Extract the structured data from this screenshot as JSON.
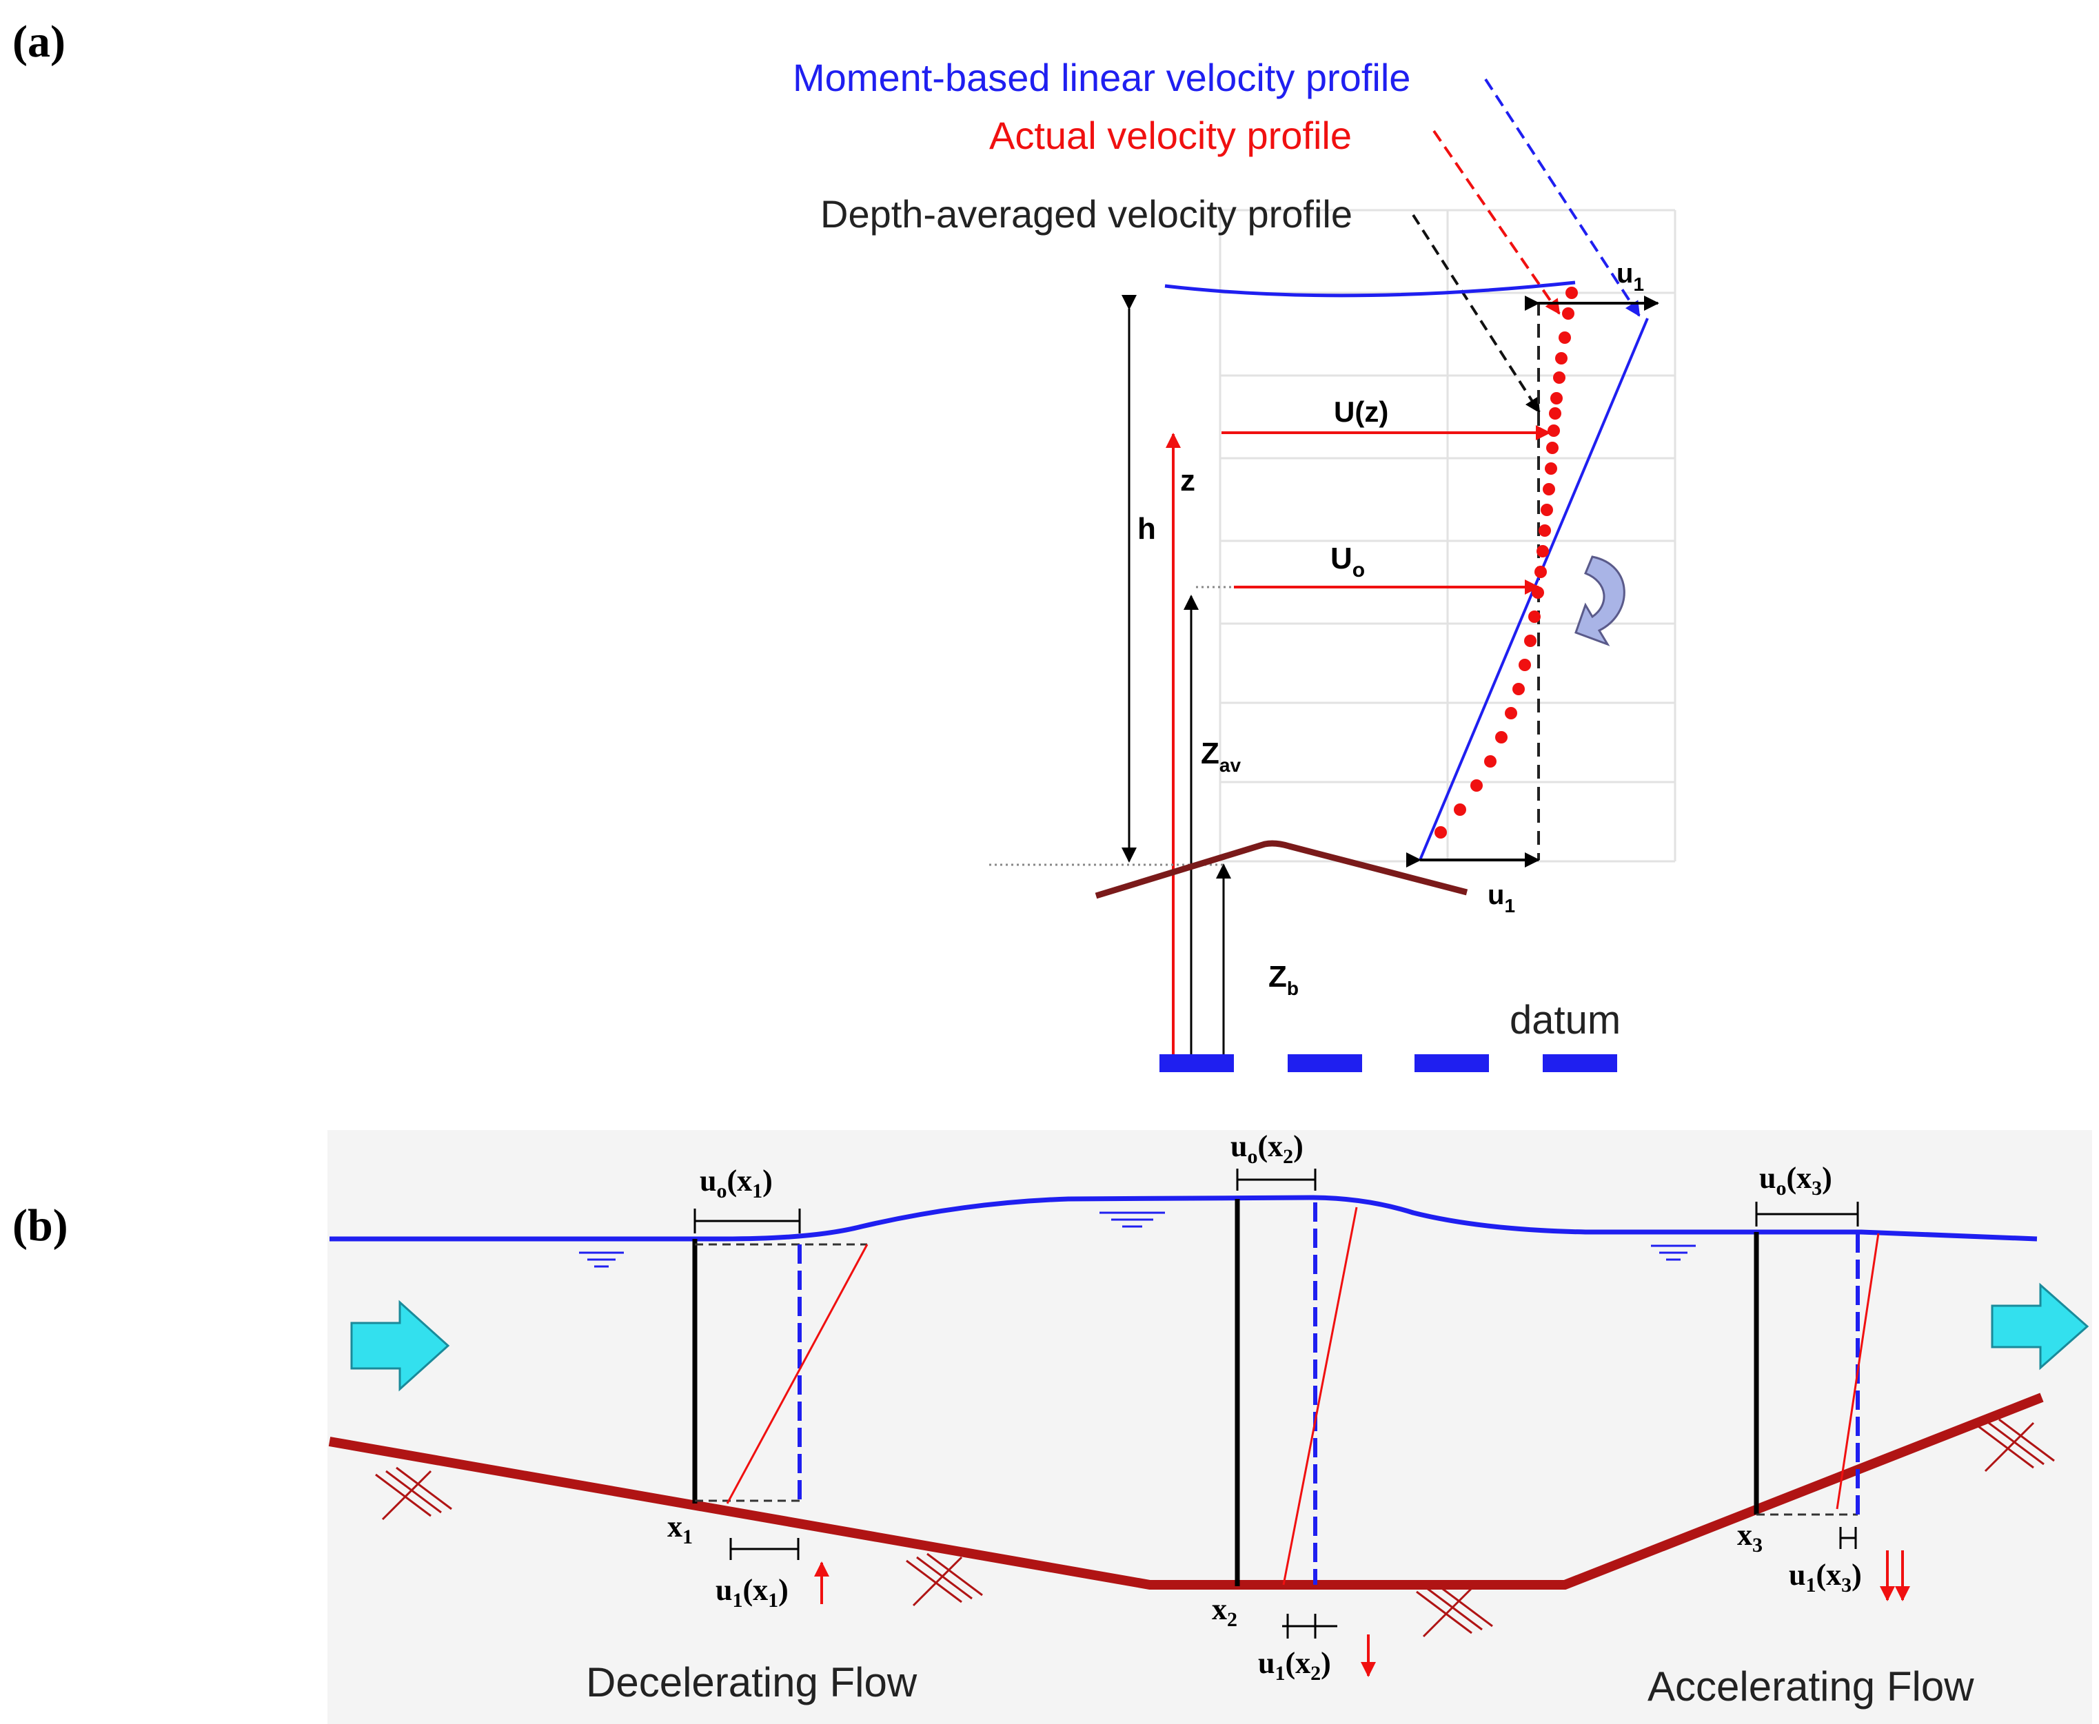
{
  "panel_a": {
    "label": "(a)",
    "legend": {
      "moment_based": "Moment-based linear velocity profile",
      "actual": "Actual velocity profile",
      "depth_averaged": "Depth-averaged velocity profile"
    },
    "symbols": {
      "u1_top": "u",
      "u1_top_sub": "1",
      "u1_bottom": "u",
      "u1_bottom_sub": "1",
      "Uz": "U(z)",
      "z": "z",
      "h": "h",
      "Uo": "U",
      "Uo_sub": "o",
      "Zav": "Z",
      "Zav_sub": "av",
      "Zb": "Z",
      "Zb_sub": "b",
      "datum": "datum"
    },
    "colors": {
      "blue": "#1f1ff0",
      "red": "#f01010",
      "bed": "#7a1a1a",
      "rotate_arrow": "#a9b4e6"
    }
  },
  "panel_b": {
    "label": "(b)",
    "sections": [
      {
        "uo": "u",
        "uo_sub": "o",
        "x": "x",
        "x_sub": "1",
        "u1": "u",
        "u1_sub": "1"
      },
      {
        "uo": "u",
        "uo_sub": "o",
        "x": "x",
        "x_sub": "2",
        "u1": "u",
        "u1_sub": "1"
      },
      {
        "uo": "u",
        "uo_sub": "o",
        "x": "x",
        "x_sub": "3",
        "u1": "u",
        "u1_sub": "1"
      }
    ],
    "decelerating": "Decelerating Flow",
    "accelerating": "Accelerating Flow",
    "colors": {
      "background": "#f4f4f4",
      "water": "#1f1ff0",
      "bed": "#b01414",
      "flow_arrow": "#33e0ee"
    }
  }
}
